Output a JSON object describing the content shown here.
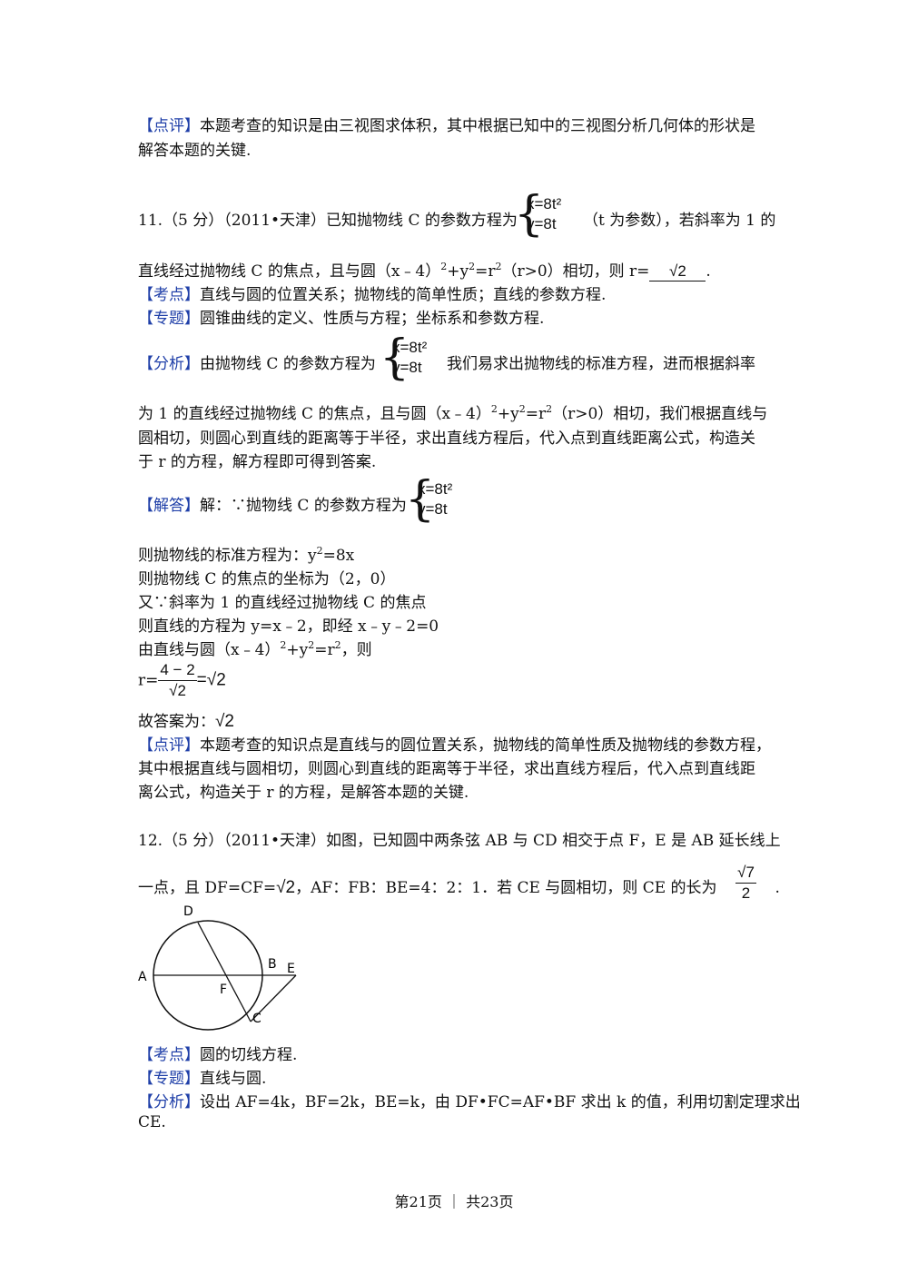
{
  "review1": {
    "tag": "【点评】",
    "line1": "本题考查的知识是由三视图求体积，其中根据已知中的三视图分析几何体的形状是",
    "line2": "解答本题的关键."
  },
  "q11": {
    "number": "11.（5 分）（2011•天津）已知抛物线 C 的参数方程为",
    "sys_x": "x=8t²",
    "sys_y": "y=8t",
    "after_sys": "（t 为参数），若斜率为 1 的",
    "line2_a": "直线经过抛物线 C 的焦点，且与圆（x﹣4）",
    "line2_b": "+y",
    "line2_c": "=r",
    "line2_d": "（r>0）相切，则 r=",
    "answer": "√2",
    "line2_end": ".",
    "kd_tag": "【考点】",
    "kd": "直线与圆的位置关系；抛物线的简单性质；直线的参数方程.",
    "zt_tag": "【专题】",
    "zt": "圆锥曲线的定义、性质与方程；坐标系和参数方程.",
    "fx_tag": "【分析】",
    "fx_a": "由抛物线 C 的参数方程为",
    "fx_b": "我们易求出抛物线的标准方程，进而根据斜率",
    "fx_l2a": "为 1 的直线经过抛物线 C 的焦点，且与圆（x﹣4）",
    "fx_l2b": "+y",
    "fx_l2c": "=r",
    "fx_l2d": "（r>0）相切，我们根据直线与",
    "fx_l3": "圆相切，则圆心到直线的距离等于半径，求出直线方程后，代入点到直线距离公式，构造关",
    "fx_l4": "于 r 的方程，解方程即可得到答案.",
    "jd_tag": "【解答】",
    "jd_a": "解：∵抛物线 C 的参数方程为",
    "s1a": "则抛物线的标准方程为：y",
    "s1b": "=8x",
    "s2": "则抛物线 C 的焦点的坐标为（2，0）",
    "s3": "又∵斜率为 1 的直线经过抛物线 C 的焦点",
    "s4": "则直线的方程为 y=x﹣2，即经 x﹣y﹣2=0",
    "s5a": "由直线与圆（x﹣4）",
    "s5b": "+y",
    "s5c": "=r",
    "s5d": "，则",
    "s6_r": "r=",
    "s6_num": "4 − 2",
    "s6_den": "√2",
    "s6_eq": "=√2",
    "s7": "故答案为：",
    "s7_ans": "√2",
    "dp_tag": "【点评】",
    "dp1": "本题考查的知识点是直线与的圆位置关系，抛物线的简单性质及抛物线的参数方程，",
    "dp2": "其中根据直线与圆相切，则圆心到直线的距离等于半径，求出直线方程后，代入点到直线距",
    "dp3": "离公式，构造关于 r 的方程，是解答本题的关键.",
    "sup2": "2"
  },
  "q12": {
    "line1": "12.（5 分）（2011•天津）如图，已知圆中两条弦 AB 与 CD 相交于点 F，E 是 AB 延长线上",
    "line2_a": "一点，且 DF=CF=",
    "line2_sqrt": "√2",
    "line2_b": "，AF：FB：BE=4：2：1．若 CE 与圆相切，则 CE 的长为",
    "ans_num": "√7",
    "ans_den": "2",
    "line2_end": ".",
    "fig_labels": [
      "D",
      "A",
      "F",
      "B",
      "E",
      "C"
    ],
    "kd_tag": "【考点】",
    "kd": "圆的切线方程.",
    "zt_tag": "【专题】",
    "zt": "直线与圆.",
    "fx_tag": "【分析】",
    "fx1": "设出 AF=4k，BF=2k，BE=k，由 DF•FC=AF•BF 求出 k 的值，利用切割定理求出",
    "fx2": "CE."
  },
  "footer": "第21页 ｜ 共23页"
}
